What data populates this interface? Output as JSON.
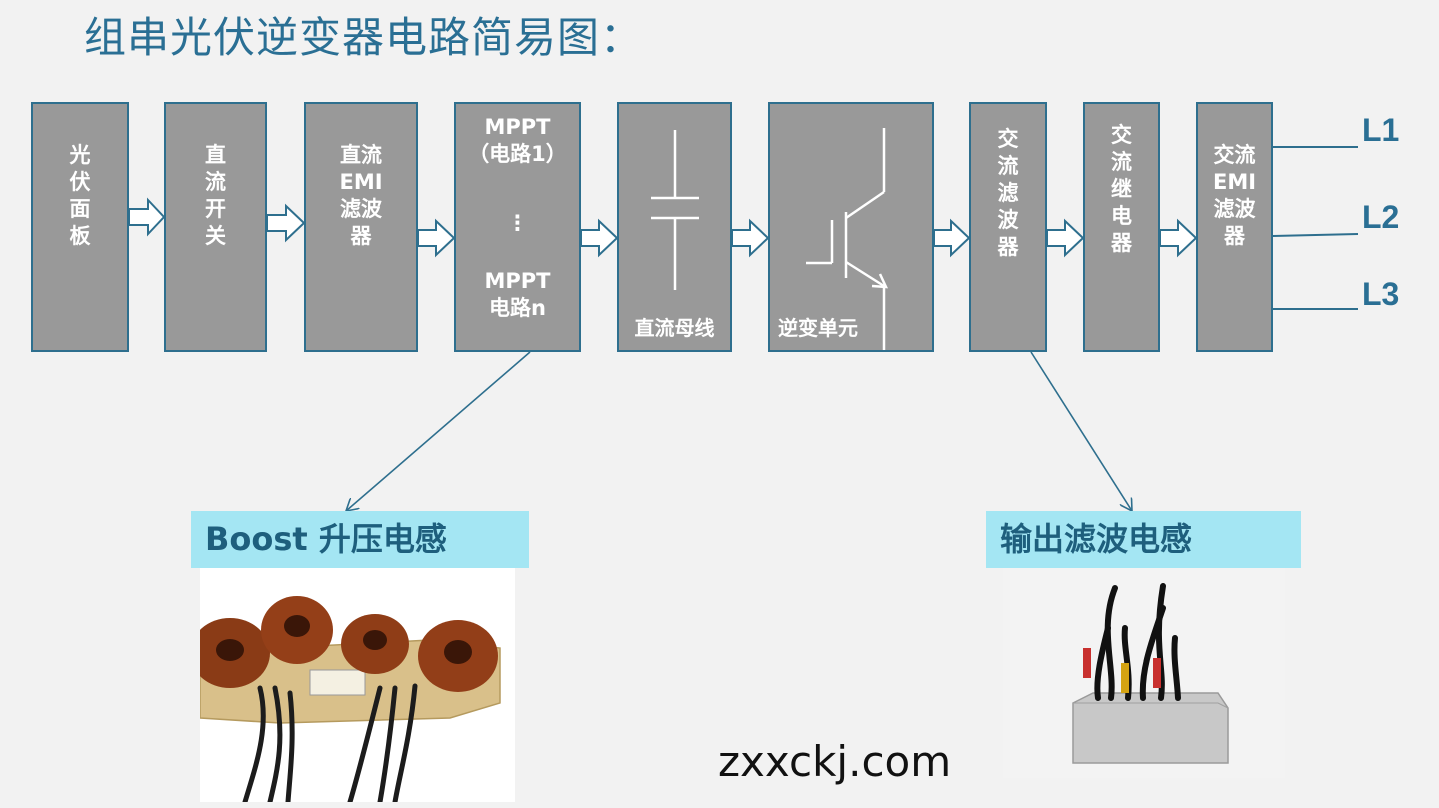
{
  "title": "组串光伏逆变器电路简易图：",
  "blocks": {
    "pv_panel": "光\n伏\n面\n板",
    "dc_switch": "直\n流\n开\n关",
    "dc_emi_filter": "直流\nEMI\n滤波\n器",
    "mppt_top": "MPPT\n（电路1）",
    "mppt_dots": "⋮",
    "mppt_bottom": "MPPT\n电路n",
    "dc_bus": "直流母线",
    "inverter_unit": "逆变单元",
    "ac_filter": "交\n流\n滤\n波\n器",
    "ac_relay": "交\n流\n继\n电\n器",
    "ac_emi_filter": "交流\nEMI\n滤波\n器"
  },
  "outputs": [
    "L1",
    "L2",
    "L3"
  ],
  "captions": {
    "boost": "Boost 升压电感",
    "output_filter": "输出滤波电感"
  },
  "photo_labels": {
    "boost_nameplate": "",
    "filter_nameplate": ""
  },
  "watermark": "zxxckj.com",
  "colors": {
    "box_fill": "#999999",
    "box_border": "#2e6f8e",
    "accent": "#2a6f94",
    "caption_bg": "#a4e6f3"
  }
}
